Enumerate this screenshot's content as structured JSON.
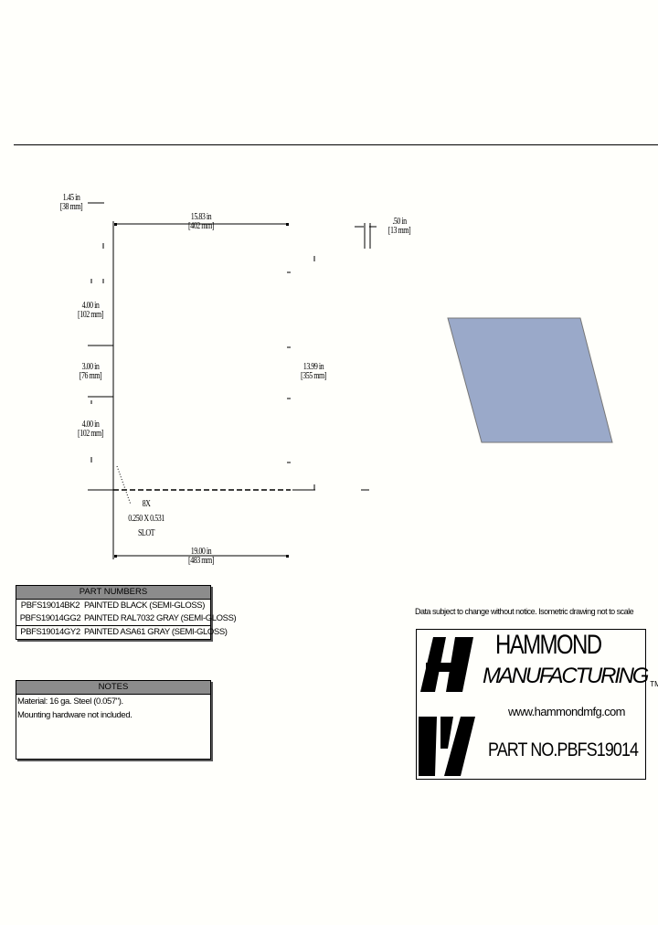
{
  "drawing": {
    "dims": {
      "flange_height": "1.45 in",
      "flange_height_mm": "[38 mm]",
      "width_top": "15.83 in",
      "width_top_mm": "[402 mm]",
      "lip": ".50 in",
      "lip_mm": "[13 mm]",
      "spacing_1": "4.00 in",
      "spacing_1_mm": "[102 mm]",
      "spacing_2": "3.00 in",
      "spacing_2_mm": "[76 mm]",
      "spacing_3": "4.00 in",
      "spacing_3_mm": "[102 mm]",
      "depth": "13.99 in",
      "depth_mm": "[355 mm]",
      "overall_width": "19.00 in",
      "overall_width_mm": "[483 mm]"
    },
    "slot": {
      "qty": "8X",
      "size": "0.250 X 0.531",
      "label": "SLOT"
    },
    "iso_color": "#9aa9c9"
  },
  "part_numbers": {
    "header": "PART NUMBERS",
    "rows": [
      {
        "pn": "PBFS19014BK2",
        "desc": "PAINTED BLACK (SEMI-GLOSS)"
      },
      {
        "pn": "PBFS19014GG2",
        "desc": "PAINTED RAL7032 GRAY (SEMI-GLOSS)"
      },
      {
        "pn": "PBFS19014GY2",
        "desc": "PAINTED ASA61 GRAY (SEMI-GLOSS)"
      }
    ]
  },
  "notes": {
    "header": "NOTES",
    "lines": [
      "Material: 16 ga. Steel (0.057\").",
      "Mounting hardware not included."
    ]
  },
  "title_block": {
    "disclaimer": "Data subject to change without notice. Isometric drawing not to scale",
    "company_line1": "HAMMOND",
    "company_line2": "MANUFACTURING",
    "tm": "TM",
    "website": "www.hammondmfg.com",
    "part_no_label": "PART NO.",
    "part_no": "PBFS19014"
  }
}
